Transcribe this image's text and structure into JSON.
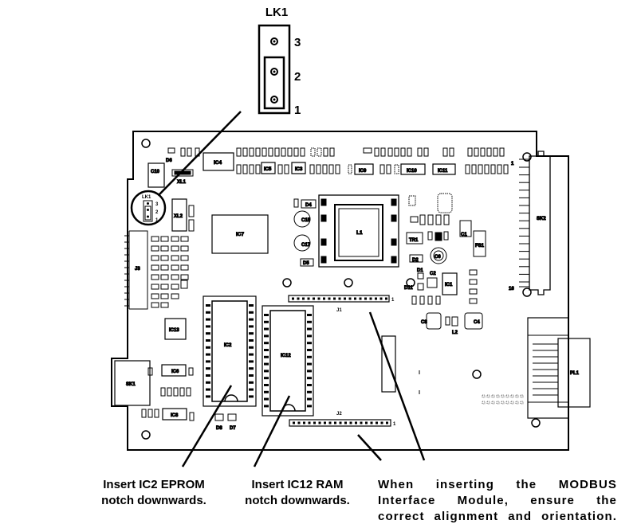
{
  "lk1_detail": {
    "title": "LK1",
    "pins": [
      "3",
      "2",
      "1"
    ]
  },
  "board_labels": {
    "D6": "D6",
    "C10": "C10",
    "IC4": "IC4",
    "XL1": "XL1",
    "IC5": "IC5",
    "IC3": "IC3",
    "IC9": "IC9",
    "IC10": "IC10",
    "IC11": "IC11",
    "LK1": "LK1",
    "pin3": "3",
    "pin2": "2",
    "pin1": "1",
    "XL2": "XL2",
    "IC7": "IC7",
    "D4": "D4",
    "C15": "C15",
    "C17": "C17",
    "D5": "D5",
    "L1": "L1",
    "TR1": "TR1",
    "C1": "C1",
    "FS1": "FS1",
    "C6": "C6",
    "D2": "D2",
    "D1": "D1",
    "C2": "C2",
    "D11": "D11",
    "IC1": "IC1",
    "SK2": "SK2",
    "sk2_pin1": "1",
    "sk2_pin16": "16",
    "J3": "J3",
    "J1": "J1",
    "j1_pin1": "1",
    "C8": "C8",
    "C4": "C4",
    "L2": "L2",
    "IC13": "IC13",
    "IC2": "IC2",
    "IC12": "IC12",
    "PL1": "PL1",
    "IC6": "IC6",
    "SK1": "SK1",
    "IC8": "IC8",
    "D8": "D8",
    "D7": "D7",
    "J2": "J2",
    "j2_pin1": "1"
  },
  "captions": {
    "ic2": [
      "Insert IC2 EPROM",
      "notch downwards."
    ],
    "ic12": [
      "Insert IC12 RAM",
      "notch downwards."
    ],
    "modbus": [
      "When inserting the MODBUS",
      "Interface Module, ensure the",
      "correct alignment and orientation."
    ]
  }
}
